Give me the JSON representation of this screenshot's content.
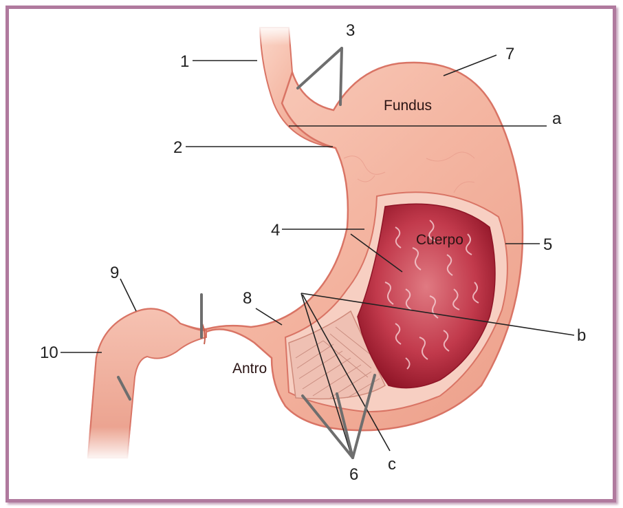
{
  "regions": {
    "fundus": "Fundus",
    "body": "Cuerpo",
    "antrum": "Antro"
  },
  "numbers": {
    "n1": "1",
    "n2": "2",
    "n3": "3",
    "n4": "4",
    "n5": "5",
    "n6": "6",
    "n7": "7",
    "n8": "8",
    "n9": "9",
    "n10": "10"
  },
  "letters": {
    "a": "a",
    "b": "b",
    "c": "c"
  },
  "colors": {
    "frame": "#b07a9e",
    "stomach_fill": "#f3b39e",
    "stomach_outline": "#d97465",
    "mucosa": "#b8243a",
    "muscle_layer": "#eab0a0"
  }
}
